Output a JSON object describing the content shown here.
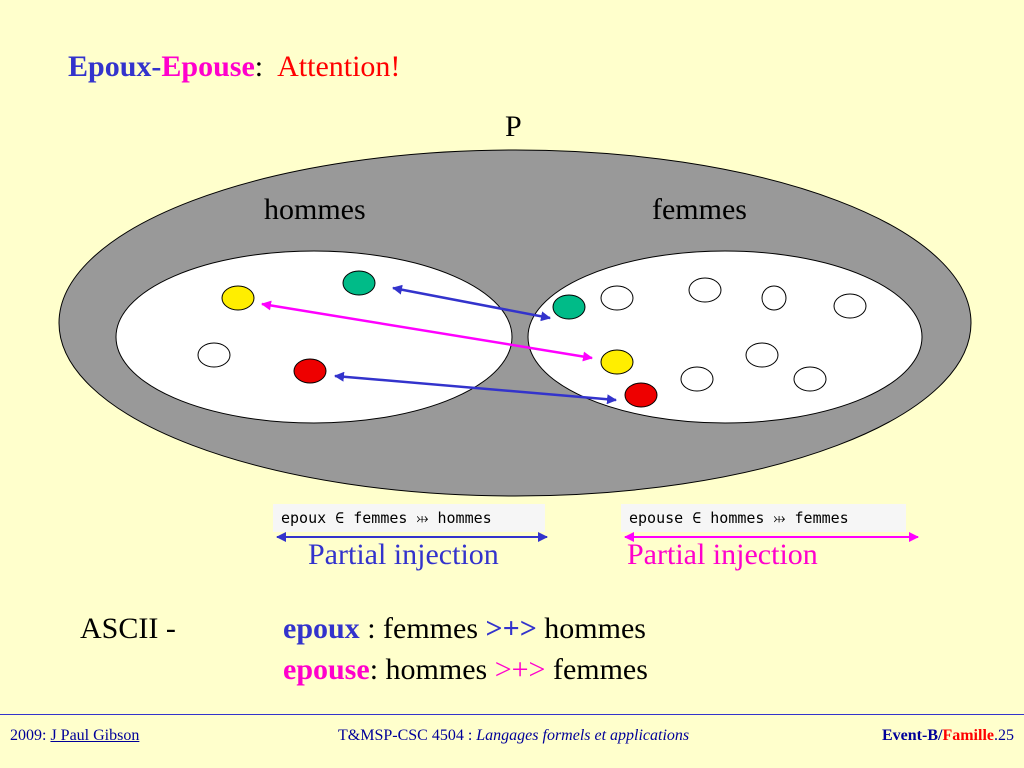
{
  "title": {
    "part1": "Epoux",
    "dash": "-",
    "part2": "Epouse",
    "colon": ":",
    "attention": "Attention!"
  },
  "diagram": {
    "set_label": "P",
    "left_label": "hommes",
    "right_label": "femmes",
    "colors": {
      "outer": "#999999",
      "yellow": "#FFEE00",
      "green": "#00BB88",
      "red": "#EE0000",
      "blue_arrow": "#3333CC",
      "pink_arrow": "#FF00FF"
    }
  },
  "formulas": {
    "left": "epoux ∈ femmes ⤔ hommes",
    "right": "epouse ∈ hommes ⤔ femmes"
  },
  "captions": {
    "left": "Partial injection",
    "right": "Partial injection"
  },
  "ascii": {
    "prefix": "ASCII -",
    "line1": {
      "kw": "epoux",
      "sep": " : femmes ",
      "op": ">+>",
      "rest": " hommes"
    },
    "line2": {
      "kw": "epouse",
      "sep": ": hommes ",
      "op": ">+>",
      "rest": " femmes"
    }
  },
  "footer": {
    "year": "2009: ",
    "author": "J Paul Gibson",
    "course": "T&MSP-CSC 4504 : ",
    "course_title": "Langages formels et applications",
    "topic": "Event-B/",
    "topic2": "Famille",
    "page": ".25"
  }
}
